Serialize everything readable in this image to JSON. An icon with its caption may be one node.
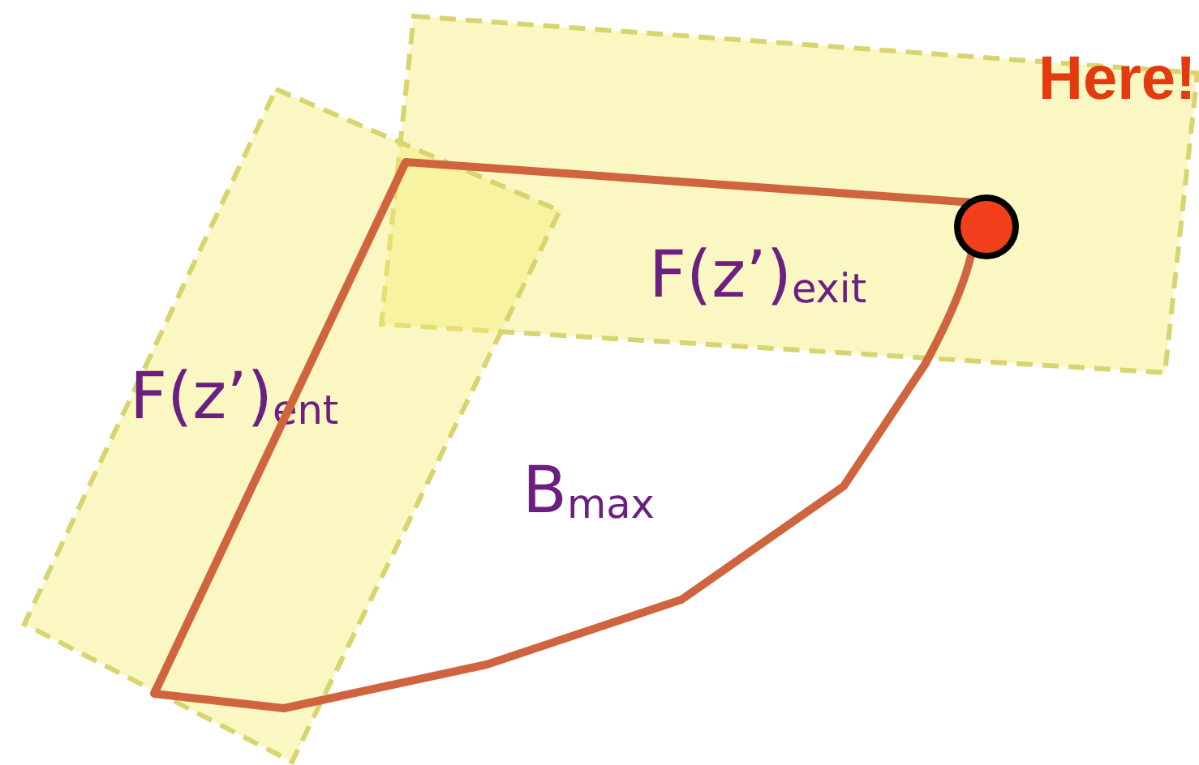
{
  "diagram": {
    "nodes": [
      {
        "text": [
          "F(z’)$_{exit}$"
        ]
      },
      {
        "text": [
          "F(z’)$_{ent}$"
        ]
      },
      {
        "text": [
          "B$_{max}$"
        ]
      }
    ],
    "labels": [
      "Here!"
    ]
  }
}
